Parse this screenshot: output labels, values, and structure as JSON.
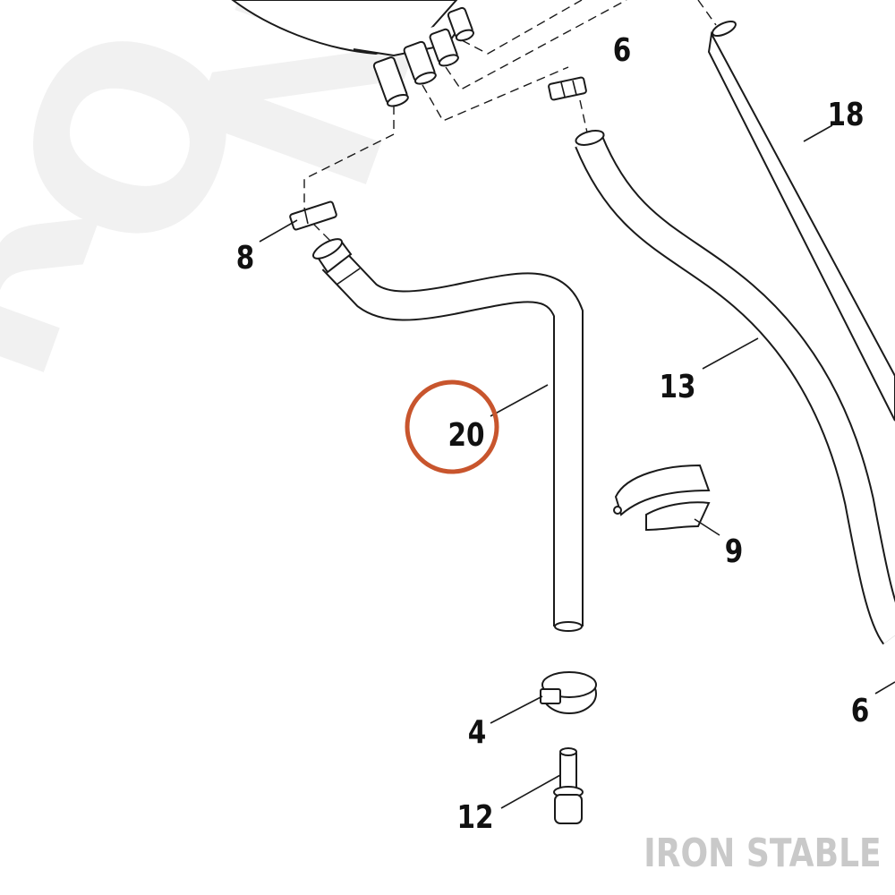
{
  "diagram": {
    "callouts": [
      {
        "id": "6a",
        "label": "6"
      },
      {
        "id": "18",
        "label": "18"
      },
      {
        "id": "8",
        "label": "8"
      },
      {
        "id": "13",
        "label": "13"
      },
      {
        "id": "20",
        "label": "20",
        "highlighted": true
      },
      {
        "id": "9",
        "label": "9"
      },
      {
        "id": "6b",
        "label": "6"
      },
      {
        "id": "4",
        "label": "4"
      },
      {
        "id": "12",
        "label": "12"
      }
    ],
    "highlight_color": "#c8552d",
    "watermark_letters": [
      "R",
      "O",
      "N"
    ],
    "brand": "IRON STABLE",
    "brand_color": "#c9c9c9"
  }
}
